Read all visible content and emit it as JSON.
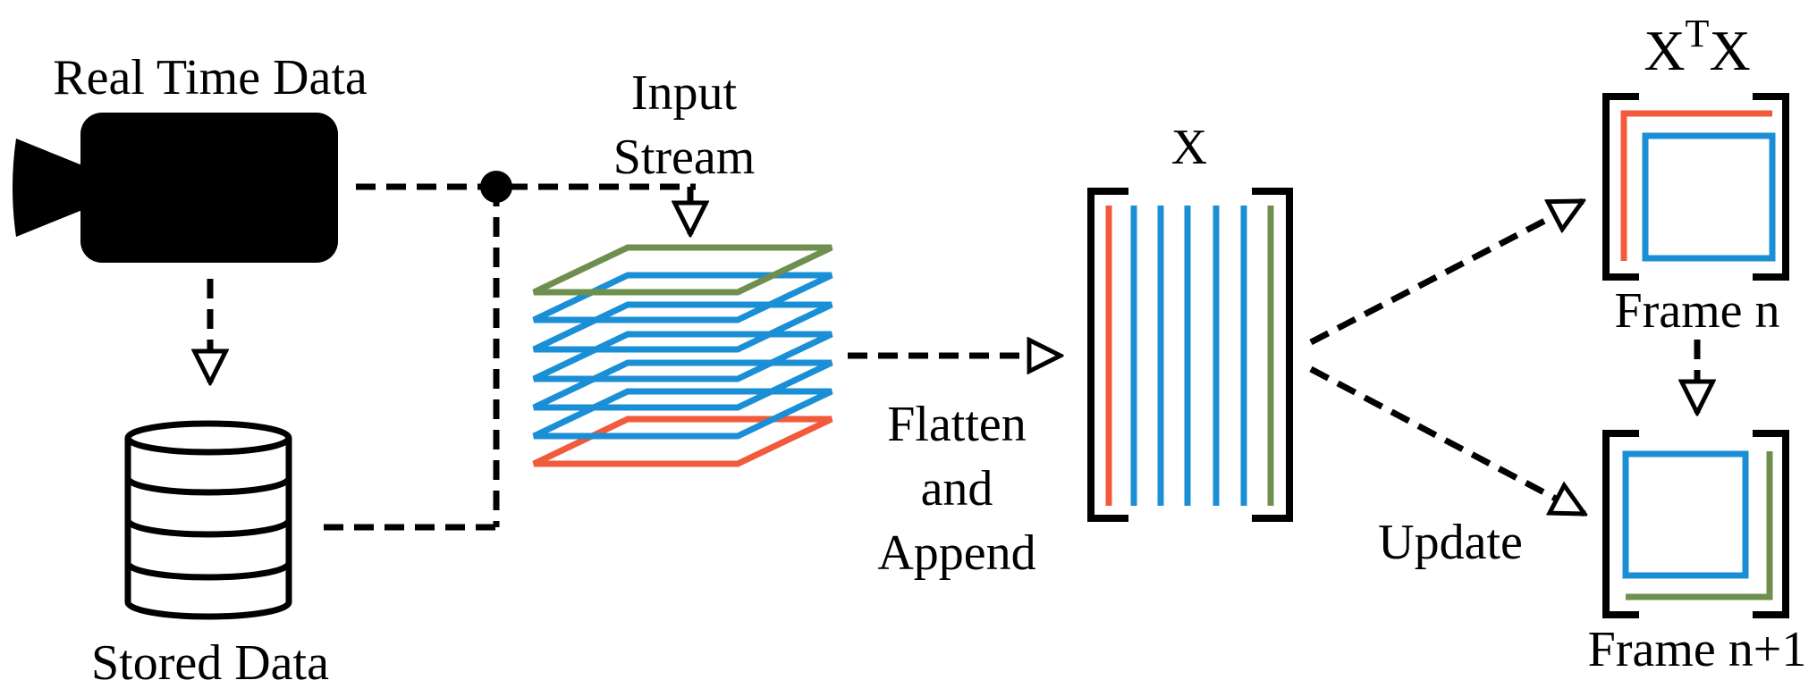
{
  "labels": {
    "real_time_data": "Real Time Data",
    "stored_data": "Stored Data",
    "input_line1": "Input",
    "input_line2": "Stream",
    "flatten_line1": "Flatten",
    "flatten_line2": "and",
    "flatten_line3": "Append",
    "x_matrix": "X",
    "xtx_base": "X",
    "xtx_sup": "T",
    "xtx_tail": "X",
    "update": "Update",
    "frame_n": "Frame n",
    "frame_n1": "Frame n+1"
  },
  "icons": {
    "camera": "video-camera-icon",
    "database": "database-icon"
  },
  "colors": {
    "red": "#f25a3c",
    "blue": "#1a8fd6",
    "green": "#6e8f4e",
    "black": "#000000"
  }
}
